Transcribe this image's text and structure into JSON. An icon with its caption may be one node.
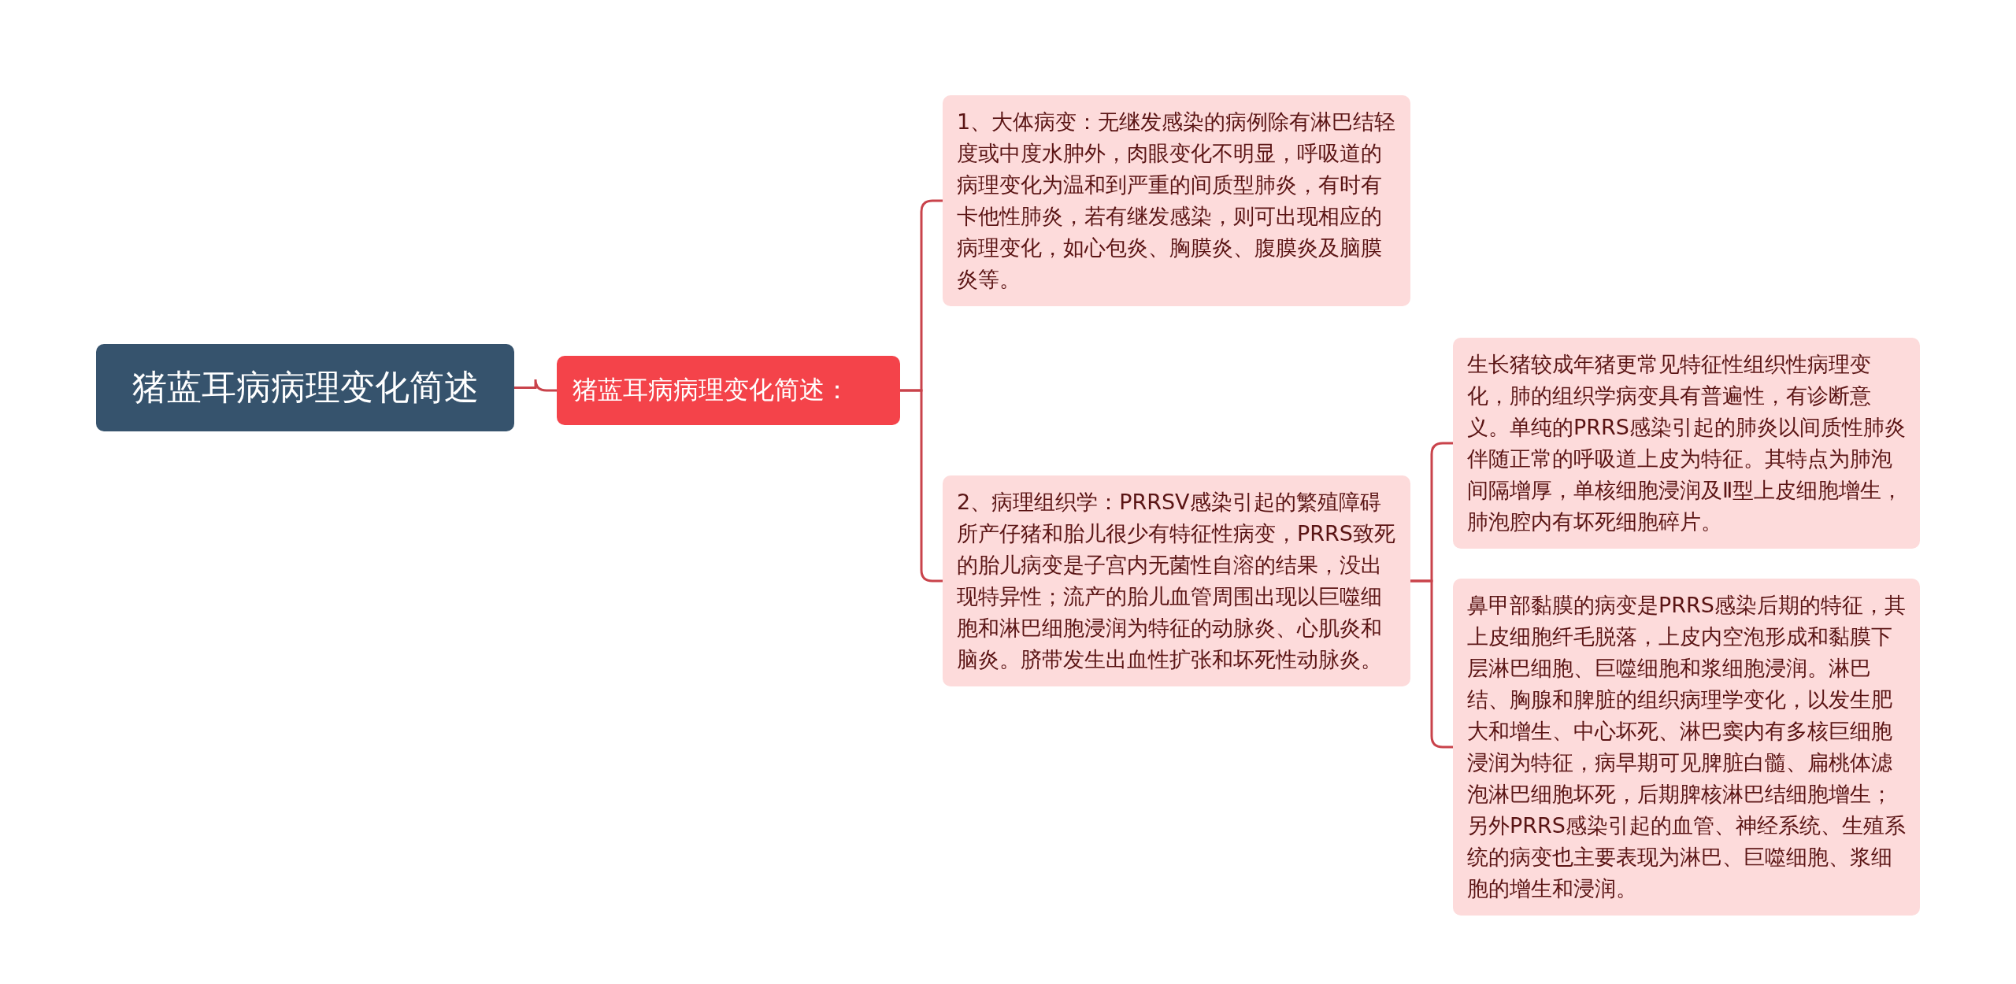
{
  "diagram": {
    "nodes": [
      {
        "text": [
          "猪蓝耳病病理变化简述"
        ]
      },
      {
        "text": [
          "猪蓝耳病病理变化简述："
        ]
      },
      {
        "text": [
          "1、大体病变：无继发感染的病例除有淋巴结轻度或中度水肿外，肉眼变化不明显，呼吸道的病理变化为温和到严重的间质型肺炎，有时有卡他性肺炎，若有继发感染，则可出现相应的病理变化，如心包炎、胸膜炎、腹膜炎及脑膜炎等。"
        ]
      },
      {
        "text": [
          "2、病理组织学：PRRSV感染引起的繁殖障碍所产仔猪和胎儿很少有特征性病变，PRRS致死的胎儿病变是子宫内无菌性自溶的结果，没出现特异性；流产的胎儿血管周围出现以巨噬细胞和淋巴细胞浸润为特征的动脉炎、心肌炎和脑炎。脐带发生出血性扩张和坏死性动脉炎。"
        ]
      },
      {
        "text": [
          "生长猪较成年猪更常见特征性组织性病理变化，肺的组织学病变具有普遍性，有诊断意义。单纯的PRRS感染引起的肺炎以间质性肺炎伴随正常的呼吸道上皮为特征。其特点为肺泡间隔增厚，单核细胞浸润及Ⅱ型上皮细胞增生，肺泡腔内有坏死细胞碎片。"
        ]
      },
      {
        "text": [
          "鼻甲部黏膜的病变是PRRS感染后期的特征，其上皮细胞纤毛脱落，上皮内空泡形成和黏膜下层淋巴细胞、巨噬细胞和浆细胞浸润。淋巴结、胸腺和脾脏的组织病理学变化，以发生肥大和增生、中心坏死、淋巴窦内有多核巨细胞浸润为特征，病早期可见脾脏白髓、扁桃体滤泡淋巴细胞坏死，后期脾核淋巴结细胞增生；另外PRRS感染引起的血管、神经系统、生殖系统的病变也主要表现为淋巴、巨噬细胞、浆细胞的增生和浸润。"
        ]
      }
    ],
    "edges": [
      {
        "from": 0,
        "to": 1,
        "arrow": "none"
      },
      {
        "from": 1,
        "to": 2,
        "arrow": "none"
      },
      {
        "from": 1,
        "to": 3,
        "arrow": "none"
      },
      {
        "from": 3,
        "to": 4,
        "arrow": "none"
      },
      {
        "from": 3,
        "to": 5,
        "arrow": "none"
      }
    ]
  }
}
